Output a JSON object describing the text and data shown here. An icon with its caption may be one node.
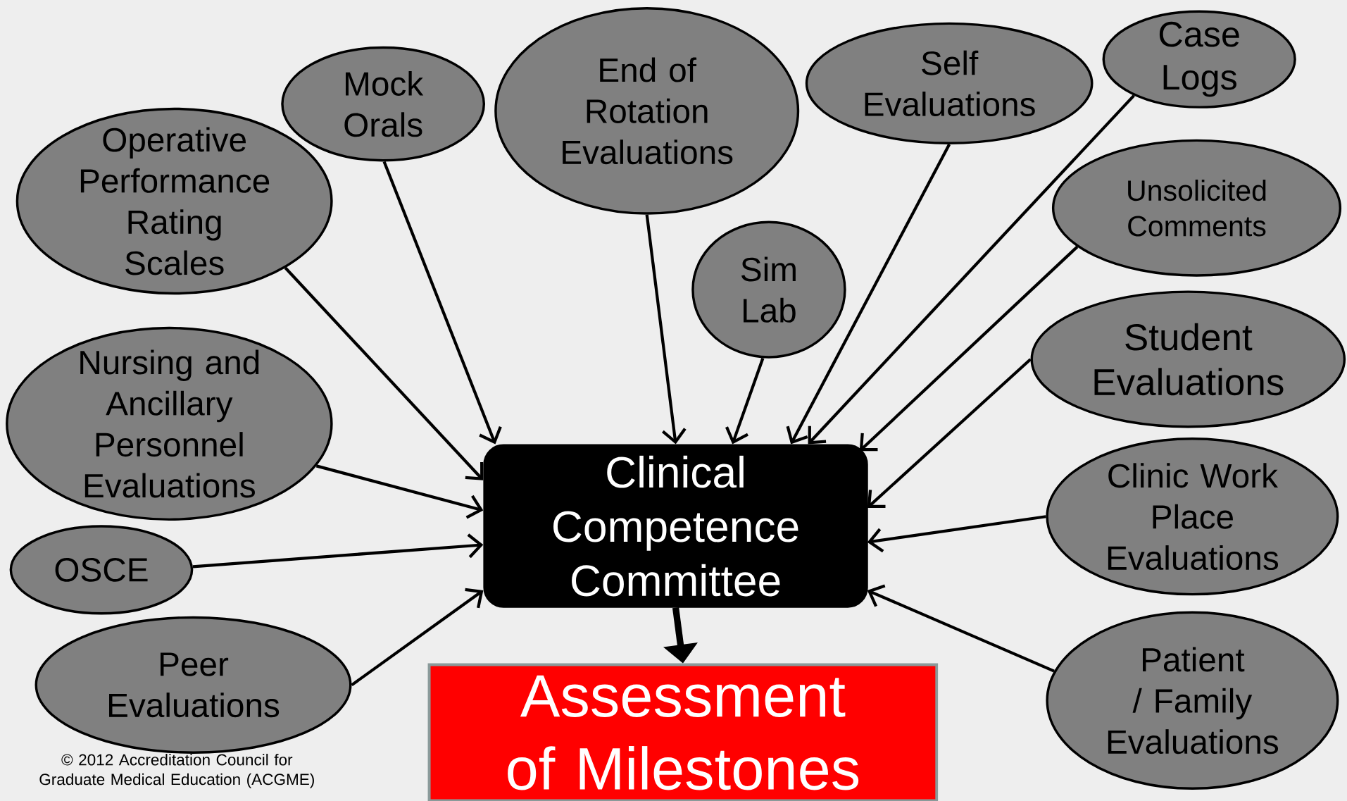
{
  "diagram": {
    "nodes": [
      {
        "text": [
          "Operative Performance Rating Scales"
        ]
      },
      {
        "text": [
          "Mock Orals"
        ]
      },
      {
        "text": [
          "End of Rotation Evaluations"
        ]
      },
      {
        "text": [
          "Sim Lab"
        ]
      },
      {
        "text": [
          "Self Evaluations"
        ]
      },
      {
        "text": [
          "Case Logs"
        ]
      },
      {
        "text": [
          "Unsolicited Comments"
        ]
      },
      {
        "text": [
          "Student Evaluations"
        ]
      },
      {
        "text": [
          "Nursing and Ancillary Personnel Evaluations"
        ]
      },
      {
        "text": [
          "OSCE"
        ]
      },
      {
        "text": [
          "Clinic Work Place Evaluations"
        ]
      },
      {
        "text": [
          "Peer Evaluations"
        ]
      },
      {
        "text": [
          "Patient / Family Evaluations"
        ]
      },
      {
        "text": [
          "Clinical Competence Committee"
        ]
      },
      {
        "text": [
          "Assessment of Milestones"
        ]
      }
    ],
    "edges": [
      {
        "from": 0,
        "to": 13,
        "arrow": "to"
      },
      {
        "from": 1,
        "to": 13,
        "arrow": "to"
      },
      {
        "from": 2,
        "to": 13,
        "arrow": "to"
      },
      {
        "from": 3,
        "to": 13,
        "arrow": "to"
      },
      {
        "from": 4,
        "to": 13,
        "arrow": "to"
      },
      {
        "from": 5,
        "to": 13,
        "arrow": "to"
      },
      {
        "from": 6,
        "to": 13,
        "arrow": "to"
      },
      {
        "from": 7,
        "to": 13,
        "arrow": "to"
      },
      {
        "from": 8,
        "to": 13,
        "arrow": "to"
      },
      {
        "from": 9,
        "to": 13,
        "arrow": "to"
      },
      {
        "from": 10,
        "to": 13,
        "arrow": "to"
      },
      {
        "from": 11,
        "to": 13,
        "arrow": "to"
      },
      {
        "from": 12,
        "to": 13,
        "arrow": "to"
      },
      {
        "from": 13,
        "to": 14,
        "arrow": "to",
        "style": "thick"
      }
    ],
    "labels": [
      "© 2012 Accreditation Council for Graduate Medical Education (ACGME)"
    ]
  }
}
